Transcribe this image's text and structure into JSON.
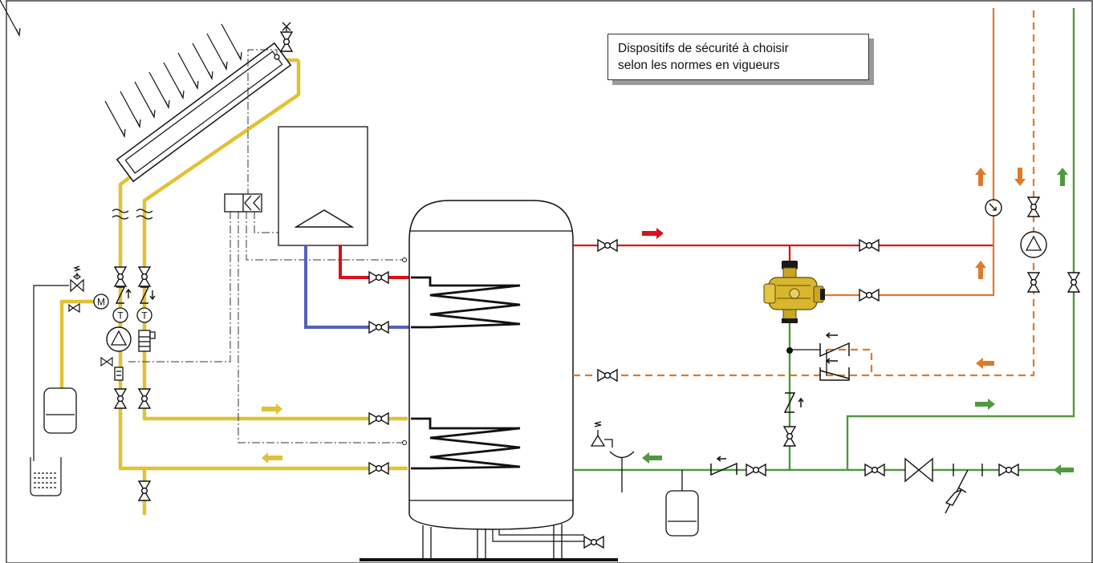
{
  "note": {
    "line1": "Dispositifs de sécurité à choisir",
    "line2": "selon les normes en vigueurs"
  },
  "instrument_labels": {
    "motor": "M",
    "thermometer_1": "T",
    "thermometer_2": "T"
  },
  "colors": {
    "solar_circuit": "#e0c234",
    "boiler_flow": "#d8101b",
    "boiler_return": "#5662b8",
    "mixed_hot_water": "#e07a2a",
    "cold_water": "#4f9a3f",
    "control_line": "#333333"
  }
}
